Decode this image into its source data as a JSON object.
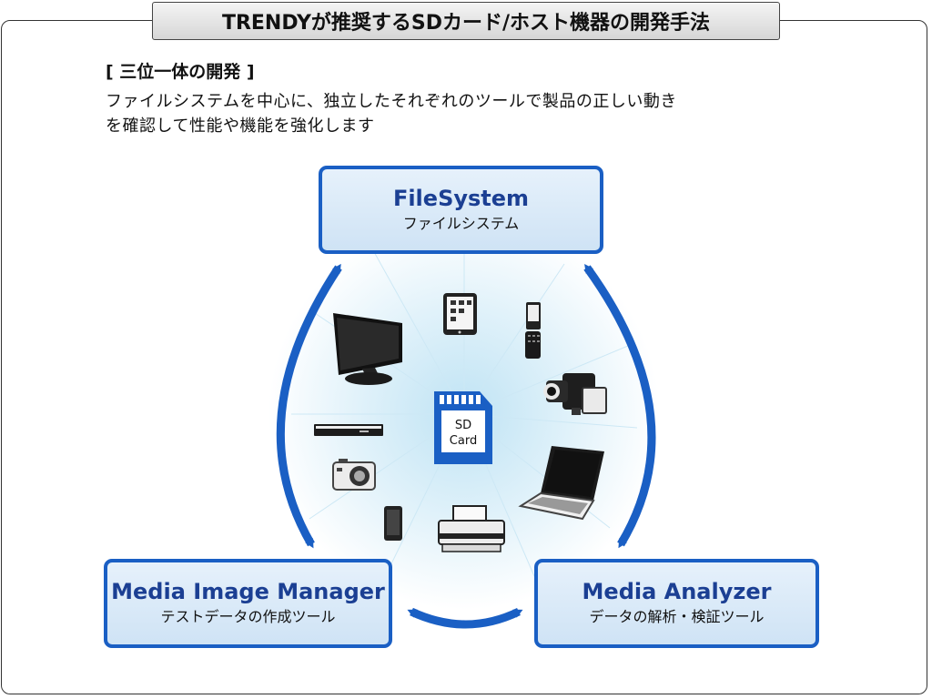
{
  "title": "TRENDYが推奨するSDカード/ホスト機器の開発手法",
  "section": {
    "heading": "[ 三位一体の開発 ]",
    "description_line1": "ファイルシステムを中心に、独立したそれぞれのツールで製品の正しい動き",
    "description_line2": "を確認して性能や機能を強化します"
  },
  "nodes": {
    "filesystem": {
      "title": "FileSystem",
      "subtitle": "ファイルシステム"
    },
    "media_image_manager": {
      "title": "Media Image Manager",
      "subtitle": "テストデータの作成ツール"
    },
    "media_analyzer": {
      "title": "Media Analyzer",
      "subtitle": "データの解析・検証ツール"
    }
  },
  "sd_card": {
    "line1": "SD",
    "line2": "Card"
  },
  "devices": [
    "monitor-icon",
    "tablet-icon",
    "flip-phone-icon",
    "camcorder-icon",
    "set-top-box-icon",
    "camera-icon",
    "laptop-icon",
    "smartphone-icon",
    "printer-icon"
  ],
  "colors": {
    "accent": "#1a5fc4",
    "box_fill": "#d8e9f7",
    "title_text": "#1b3f93"
  }
}
